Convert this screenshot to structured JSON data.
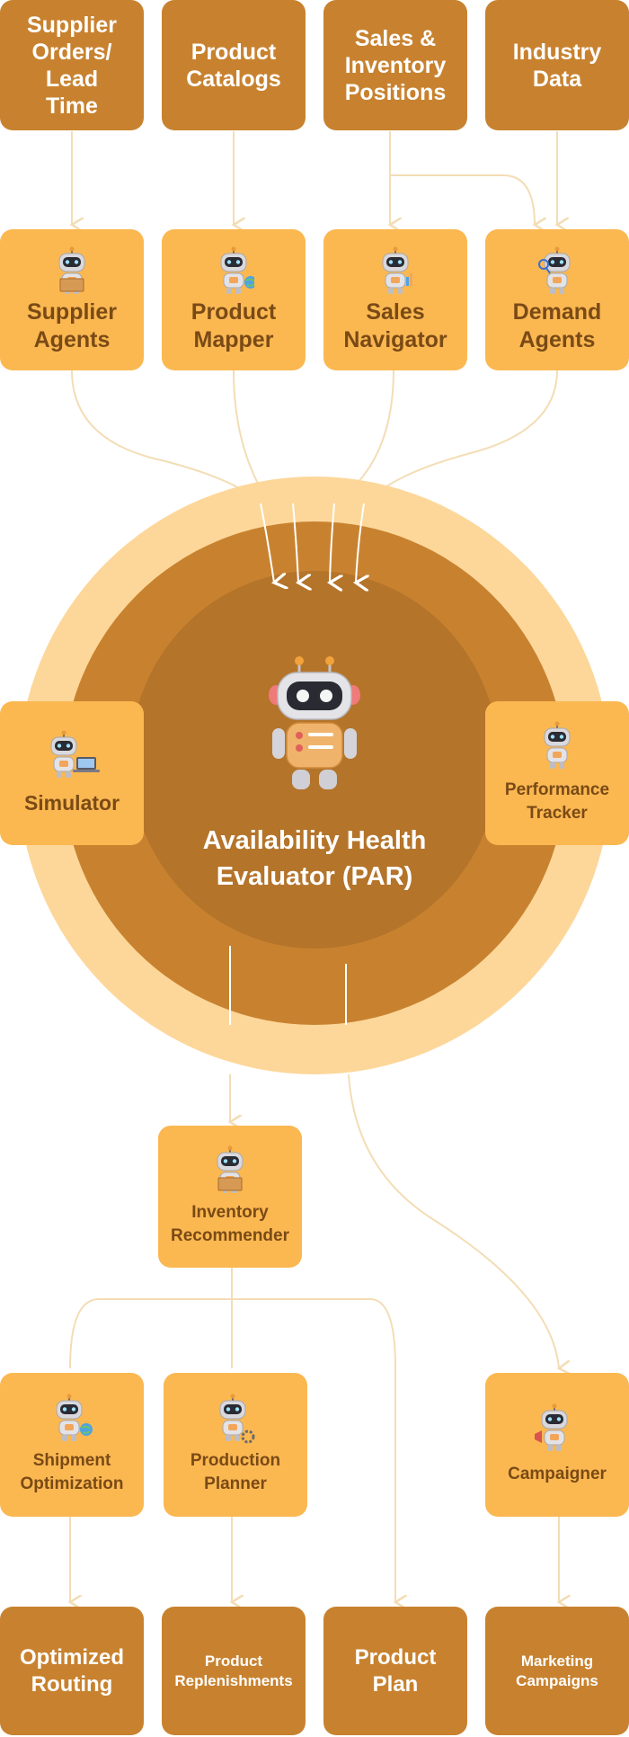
{
  "colors": {
    "source_box": "#C8822F",
    "agent_box": "#FBB851",
    "agent_text": "#7A4A16",
    "ring_outer": "#FDD79A",
    "ring_middle": "#C8822F",
    "ring_inner": "#B4742A",
    "connector": "#F3DDB5",
    "arrow_on_ring": "#FFFFFF"
  },
  "sources": [
    {
      "label": "Supplier\nOrders/\nLead\nTime"
    },
    {
      "label": "Product\nCatalogs"
    },
    {
      "label": "Sales &\nInventory\nPositions"
    },
    {
      "label": "Industry\nData"
    }
  ],
  "input_agents": [
    {
      "label": "Supplier\nAgents",
      "icon": "robot-with-box-icon"
    },
    {
      "label": "Product\nMapper",
      "icon": "robot-with-globe-icon"
    },
    {
      "label": "Sales\nNavigator",
      "icon": "robot-with-chart-icon"
    },
    {
      "label": "Demand\nAgents",
      "icon": "robot-with-magnifier-icon"
    }
  ],
  "center": {
    "title": "Availability Health\nEvaluator (PAR)",
    "icon": "large-robot-icon"
  },
  "side_agents": [
    {
      "label": "Simulator",
      "icon": "robot-with-laptop-icon"
    },
    {
      "label": "Performance\nTracker",
      "icon": "robot-icon"
    }
  ],
  "mid_agent": {
    "label": "Inventory\nRecommender",
    "icon": "robot-with-box-icon"
  },
  "action_agents": [
    {
      "label": "Shipment\nOptimization",
      "icon": "robot-with-globe-icon"
    },
    {
      "label": "Production\nPlanner",
      "icon": "robot-with-gear-icon"
    },
    {
      "label": "Campaigner",
      "icon": "robot-with-megaphone-icon"
    }
  ],
  "outputs": [
    {
      "label": "Optimized\nRouting"
    },
    {
      "label": "Product\nReplenishments"
    },
    {
      "label": "Product\nPlan"
    },
    {
      "label": "Marketing\nCampaigns"
    }
  ]
}
